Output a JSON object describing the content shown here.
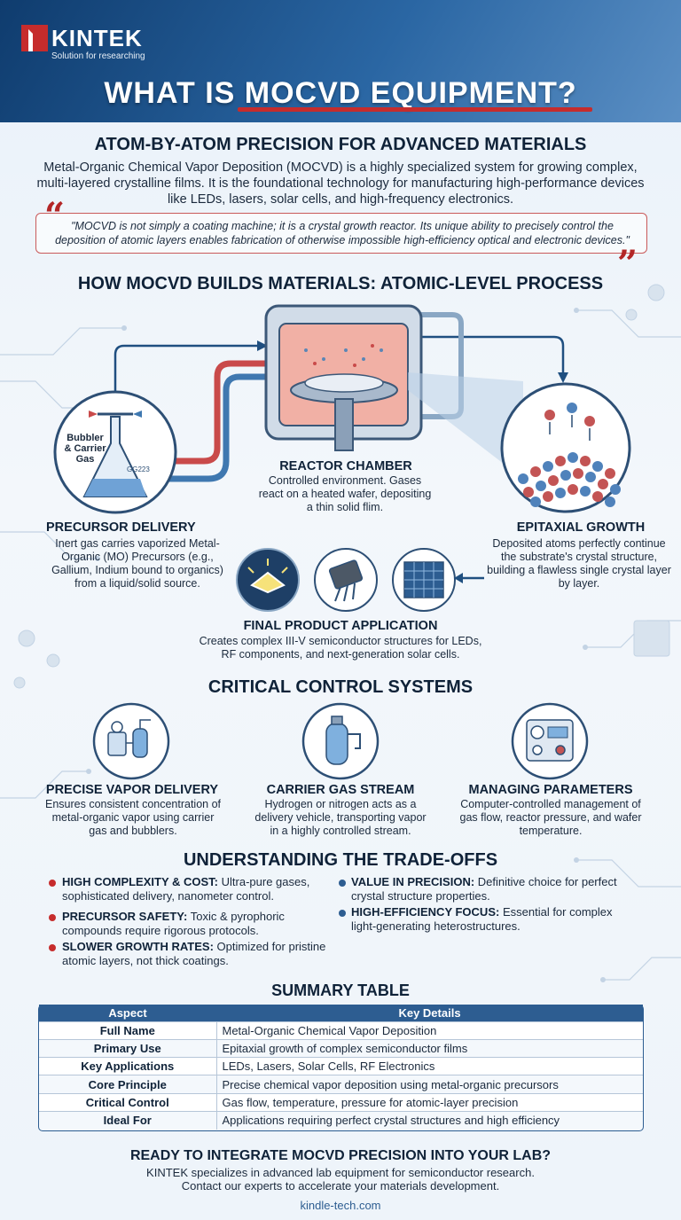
{
  "brand": {
    "name": "KINTEK",
    "tagline": "Solution for researching",
    "accent": "#c62c2c",
    "primary": "#2d5d91"
  },
  "title": "WHAT IS MOCVD EQUIPMENT?",
  "intro": {
    "heading": "ATOM-BY-ATOM PRECISION FOR ADVANCED MATERIALS",
    "text": "Metal-Organic Chemical Vapor Deposition (MOCVD) is a highly specialized system for growing complex, multi-layered crystalline films. It is the foundational technology for manufacturing high-performance devices like LEDs, lasers, solar cells, and high-frequency electronics.",
    "quote": "\"MOCVD is not simply a coating machine; it is a crystal growth reactor. Its unique ability to precisely control the deposition of atomic layers enables fabrication of otherwise impossible high-efficiency optical and electronic devices.\""
  },
  "process": {
    "heading": "HOW MOCVD BUILDS MATERIALS: ATOMIC-LEVEL PROCESS",
    "bubbler_label_1": "Bubbler",
    "bubbler_label_2": "& Carrier",
    "bubbler_label_3": "Gas",
    "bottle_code": "GG223",
    "reactor": {
      "title": "REACTOR CHAMBER",
      "text": "Controlled environment. Gases react on a heated wafer, depositing a thin solid flim."
    },
    "precursor": {
      "title": "PRECURSOR DELIVERY",
      "text": "Inert gas carries vaporized Metal-Organic (MO) Precursors (e.g., Gallium, Indium bound to organics) from a liquid/solid source."
    },
    "epitaxial": {
      "title": "EPITAXIAL GROWTH",
      "text": "Deposited atoms perfectly continue the substrate's crystal structure, building a flawless single crystal layer by layer."
    },
    "application": {
      "title": "FINAL PRODUCT APPLICATION",
      "text": "Creates complex III-V semiconductor structures for LEDs, RF components, and next-generation solar cells."
    }
  },
  "controls": {
    "heading": "CRITICAL CONTROL SYSTEMS",
    "items": [
      {
        "title": "PRECISE VAPOR DELIVERY",
        "text": "Ensures consistent concentration of metal-organic vapor using carrier gas and bubblers.",
        "icon": "vapor-delivery-icon"
      },
      {
        "title": "CARRIER GAS STREAM",
        "text": "Hydrogen or nitrogen acts as a delivery vehicle, transporting vapor in a highly controlled stream.",
        "icon": "gas-cylinder-icon"
      },
      {
        "title": "MANAGING PARAMETERS",
        "text": "Computer-controlled management of gas flow, reactor pressure, and wafer temperature.",
        "icon": "control-panel-icon"
      }
    ]
  },
  "tradeoffs": {
    "heading": "UNDERSTANDING THE TRADE-OFFS",
    "left": [
      {
        "label": "HIGH COMPLEXITY & COST:",
        "text": "Ultra-pure gases, sophisticated delivery, nanometer control."
      },
      {
        "label": "PRECURSOR SAFETY:",
        "text": "Toxic & pyrophoric compounds require rigorous protocols."
      },
      {
        "label": "SLOWER GROWTH RATES:",
        "text": "Optimized for pristine atomic layers, not thick coatings."
      }
    ],
    "right": [
      {
        "label": "VALUE IN PRECISION:",
        "text": "Definitive choice for perfect crystal structure properties."
      },
      {
        "label": "HIGH-EFFICIENCY FOCUS:",
        "text": "Essential for complex light-generating heterostructures."
      }
    ],
    "con_color": "#c62c2c",
    "pro_color": "#2d5d91"
  },
  "summary": {
    "heading": "SUMMARY TABLE",
    "columns": [
      "Aspect",
      "Key Details"
    ],
    "rows": [
      [
        "Full Name",
        "Metal-Organic Chemical Vapor Deposition"
      ],
      [
        "Primary Use",
        "Epitaxial growth of complex semiconductor films"
      ],
      [
        "Key Applications",
        "LEDs, Lasers, Solar Cells, RF Electronics"
      ],
      [
        "Core Principle",
        "Precise chemical vapor deposition using metal-organic precursors"
      ],
      [
        "Critical Control",
        "Gas flow, temperature, pressure for atomic-layer precision"
      ],
      [
        "Ideal For",
        "Applications requiring perfect crystal structures and high efficiency"
      ]
    ]
  },
  "cta": {
    "heading": "READY TO INTEGRATE MOCVD PRECISION INTO YOUR LAB?",
    "line1": "KINTEK specializes in advanced lab equipment for semiconductor research.",
    "line2": "Contact our experts to accelerate your materials development.",
    "site": "kindle-tech.com"
  }
}
